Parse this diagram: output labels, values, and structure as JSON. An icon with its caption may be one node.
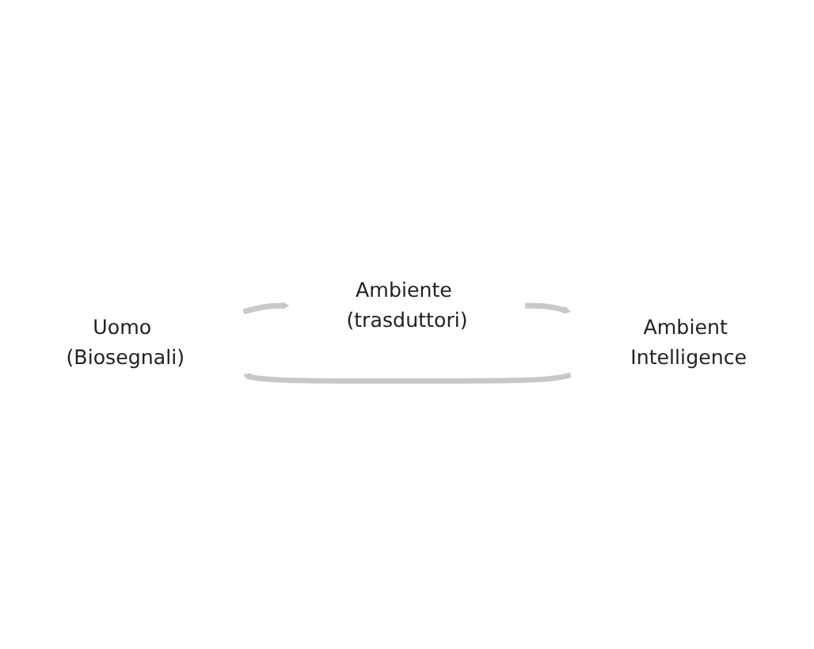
{
  "diagram": {
    "nodes": [
      {
        "text": [
          "Uomo (Biosegnali)"
        ]
      },
      {
        "text": [
          "Ambiente (trasduttori)"
        ]
      },
      {
        "text": [
          "Ambient Intelligence"
        ]
      }
    ],
    "edges": [
      {
        "from": 0,
        "to": 1,
        "arrow": "to"
      },
      {
        "from": 1,
        "to": 2,
        "arrow": "to"
      },
      {
        "from": 2,
        "to": 0,
        "arrow": "to"
      }
    ]
  }
}
